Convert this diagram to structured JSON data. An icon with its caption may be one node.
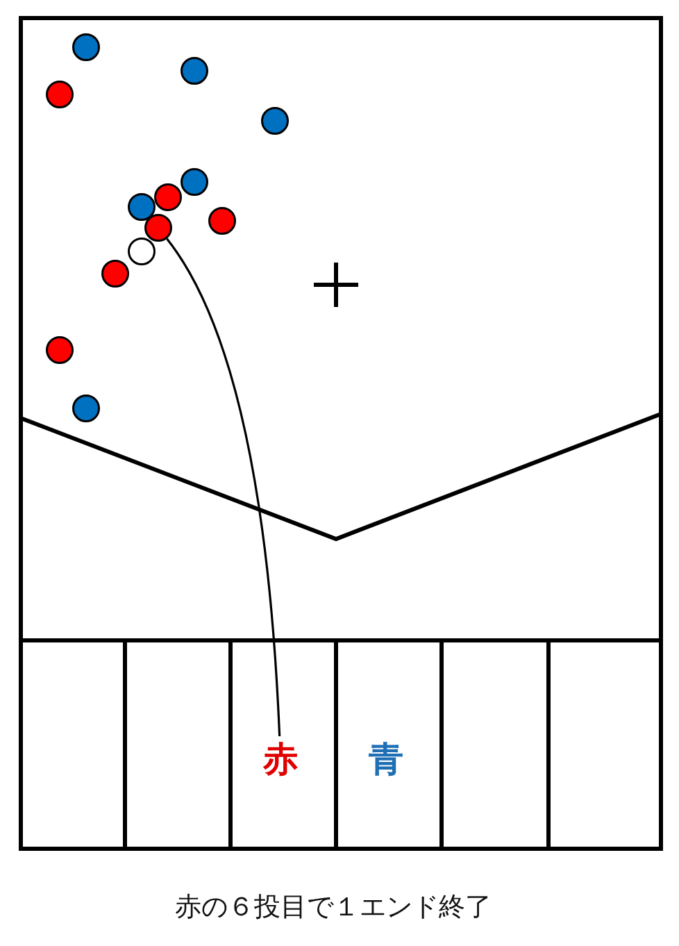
{
  "diagram": {
    "caption": "赤の６投目で１エンド終了",
    "nodes": [
      {
        "text": [
          "赤"
        ]
      },
      {
        "text": [
          "青"
        ]
      },
      {
        "text": [],
        "shape": "circle"
      },
      {
        "text": [],
        "shape": "circle"
      },
      {
        "text": [],
        "shape": "circle"
      },
      {
        "text": [],
        "shape": "circle"
      },
      {
        "text": [],
        "shape": "circle"
      },
      {
        "text": [],
        "shape": "circle"
      },
      {
        "text": [],
        "shape": "circle"
      },
      {
        "text": [],
        "shape": "circle"
      },
      {
        "text": [],
        "shape": "circle"
      },
      {
        "text": [],
        "shape": "circle"
      },
      {
        "text": [],
        "shape": "circle"
      },
      {
        "text": [],
        "shape": "circle"
      },
      {
        "text": [],
        "shape": "circle"
      }
    ],
    "edges": [
      {
        "from": 0,
        "to": 10,
        "arrow": "none"
      }
    ]
  }
}
